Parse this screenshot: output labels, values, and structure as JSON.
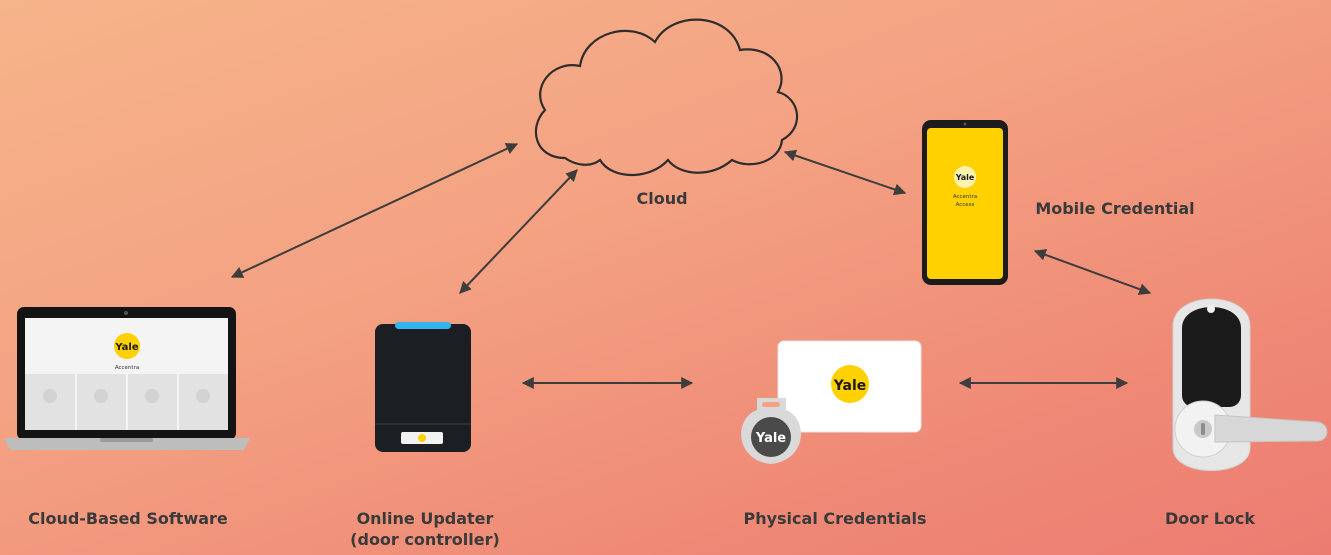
{
  "nodes": {
    "cloud": {
      "label": "Cloud"
    },
    "software": {
      "label": "Cloud-Based Software",
      "logo": "Yale",
      "product": "Accentra"
    },
    "updater": {
      "label_line1": "Online Updater",
      "label_line2": "(door controller)"
    },
    "physical": {
      "label": "Physical Credentials",
      "card_logo": "Yale",
      "fob_logo": "Yale"
    },
    "mobile": {
      "label": "Mobile Credential",
      "logo": "Yale",
      "app_line1": "Accentra",
      "app_line2": "Access"
    },
    "lock": {
      "label": "Door Lock"
    }
  },
  "edges": [
    {
      "from": "software",
      "to": "cloud"
    },
    {
      "from": "updater",
      "to": "cloud"
    },
    {
      "from": "cloud",
      "to": "mobile"
    },
    {
      "from": "mobile",
      "to": "lock"
    },
    {
      "from": "updater",
      "to": "physical"
    },
    {
      "from": "physical",
      "to": "lock"
    }
  ],
  "colors": {
    "brand_yellow": "#ffd100",
    "arrow": "#3d3d3d",
    "label": "#3a3a3a",
    "device_dark": "#1b1e22",
    "led_blue": "#2fb6f0"
  },
  "icons": [
    "cloud-icon",
    "laptop-icon",
    "reader-icon",
    "card-icon",
    "key-fob-icon",
    "phone-icon",
    "door-lock-icon"
  ]
}
